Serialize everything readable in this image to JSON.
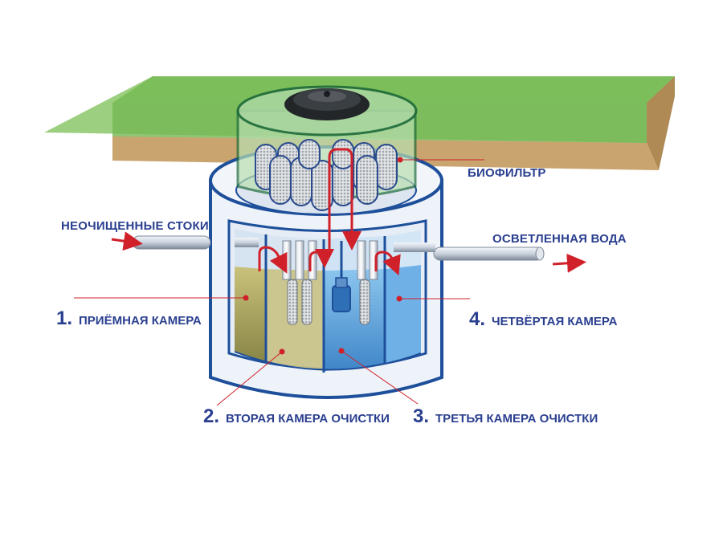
{
  "labels": {
    "biofilter": "БИОФИЛЬТР",
    "inlet": "НЕОЧИЩЕННЫЕ СТОКИ",
    "outlet": "ОСВЕТЛЕННАЯ ВОДА",
    "chamber1_num": "1.",
    "chamber1": "ПРИЁМНАЯ КАМЕРА",
    "chamber2_num": "2.",
    "chamber2": "ВТОРАЯ КАМЕРА ОЧИСТКИ",
    "chamber3_num": "3.",
    "chamber3": "ТРЕТЬЯ КАМЕРА ОЧИСТКИ",
    "chamber4_num": "4.",
    "chamber4": "ЧЕТВЁРТАЯ КАМЕРА"
  },
  "colors": {
    "label_text": "#2a3f8f",
    "arrow": "#d0202a",
    "tank_outline": "#1e4f9a",
    "grass": "#7cbf5a",
    "soil": "#c9a46e",
    "water": "#5aa0d8",
    "sludge": "#a8a050"
  }
}
